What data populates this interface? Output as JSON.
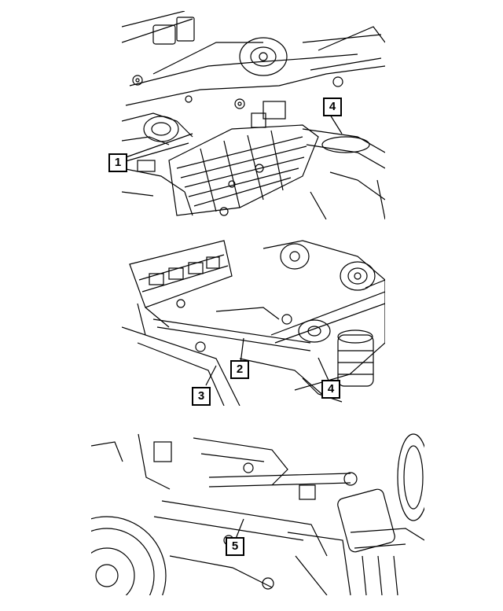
{
  "callouts": {
    "top_1": "1",
    "top_4": "4",
    "mid_2": "2",
    "mid_3": "3",
    "mid_4": "4",
    "bot_5": "5"
  },
  "colors": {
    "line": "#000000",
    "background": "#ffffff"
  }
}
